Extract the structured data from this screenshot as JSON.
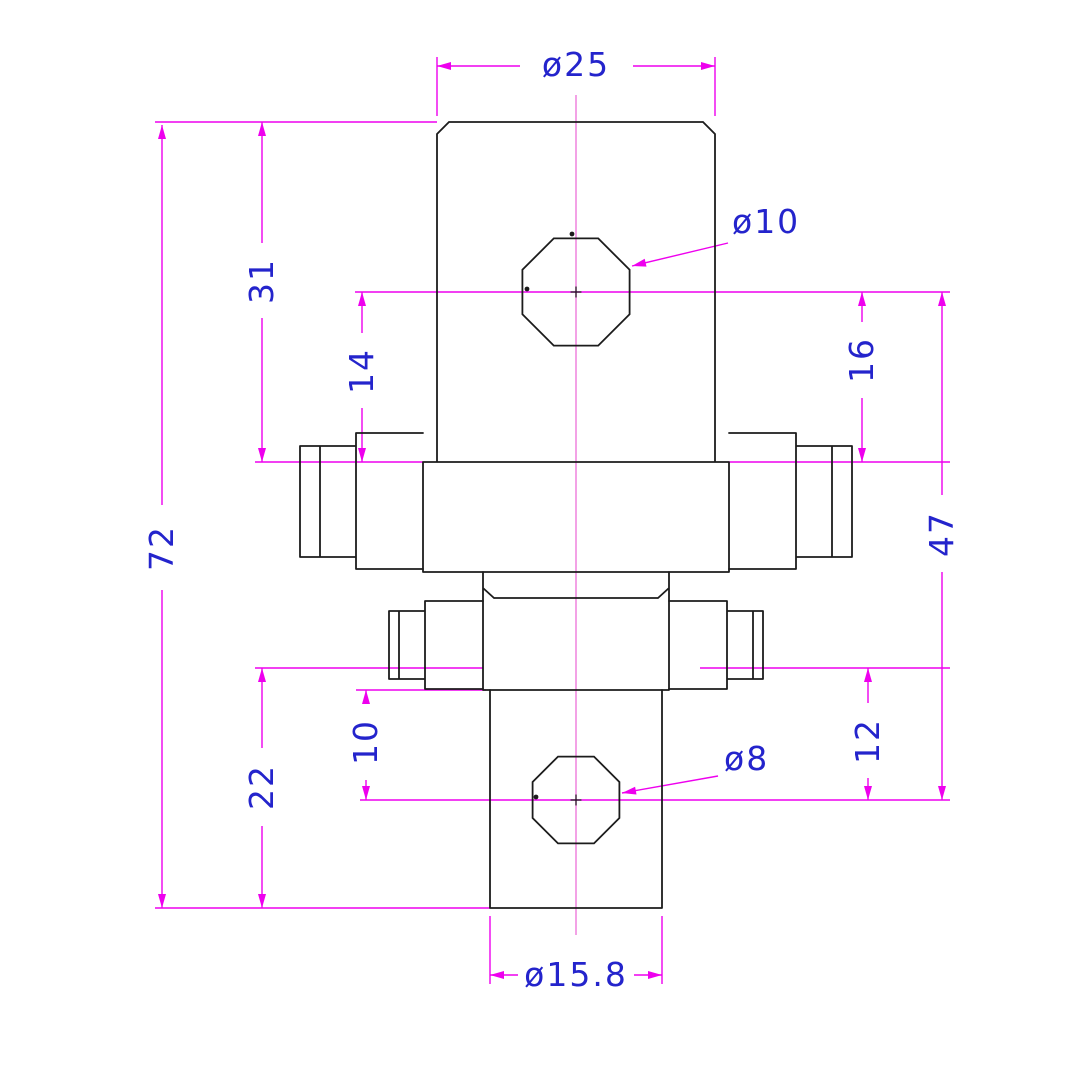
{
  "drawing": {
    "colors": {
      "outline": "#1c1c1c",
      "dimension": "#ee00ee",
      "label": "#2424cc",
      "centerline": "#f08ae0",
      "background": "#ffffff"
    },
    "dimensions": {
      "dia_top": "ø25",
      "dia_hole_top": "ø10",
      "top_to_flange": "31",
      "hole_center_to_flange_left": "14",
      "hole_center_to_flange_right": "16",
      "overall_height": "72",
      "hole_center_to_hole_center": "47",
      "bottom_to_shoulder": "22",
      "cylinder_top_to_hole_center": "10",
      "shoulder_to_hole_center": "12",
      "dia_hole_bottom": "ø8",
      "dia_bottom": "ø15.8"
    }
  }
}
